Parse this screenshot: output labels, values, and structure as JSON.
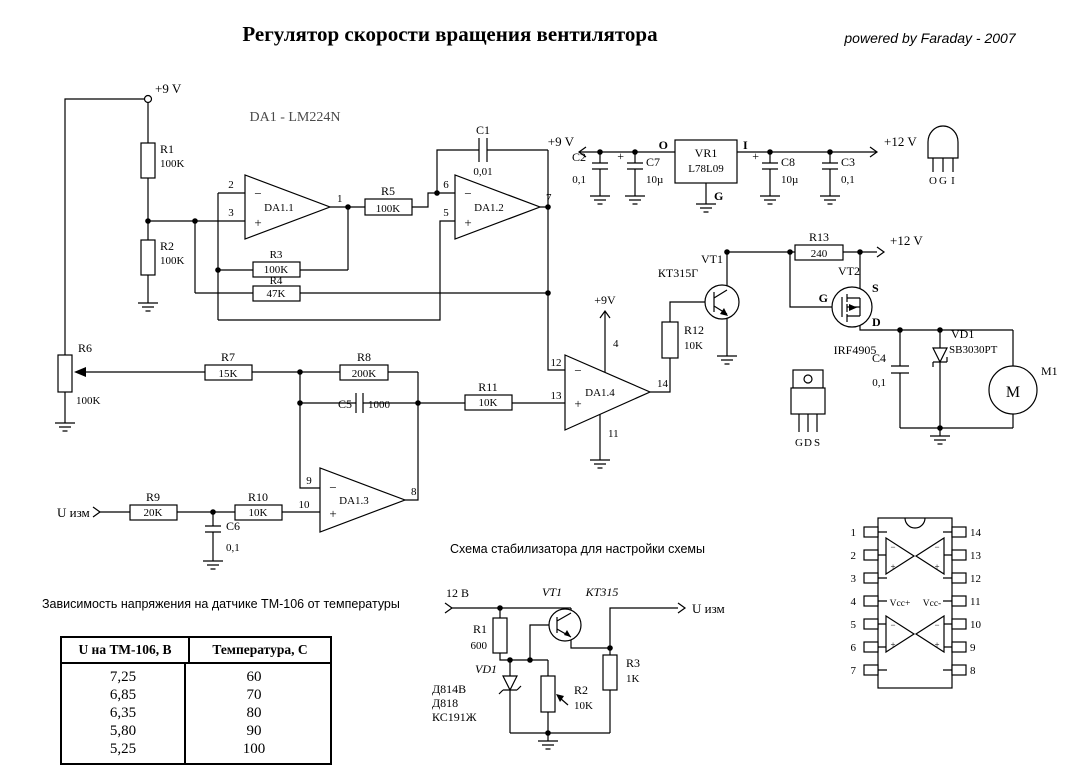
{
  "header": {
    "title": "Регулятор скорости вращения вентилятора",
    "credit": "powered by Faraday - 2007"
  },
  "symbols": {
    "plus": "+",
    "minus": "−"
  },
  "power": {
    "v9": "+9 V",
    "v12": "+12 V",
    "c2": {
      "name": "C2",
      "value": "0,1"
    },
    "c7": {
      "name": "C7",
      "value": "10µ"
    },
    "vr1": {
      "name": "VR1",
      "part": "L78L09",
      "pin_o": "O",
      "pin_i": "I",
      "pin_g": "G"
    },
    "c8": {
      "name": "C8",
      "value": "10µ"
    },
    "c3": {
      "name": "C3",
      "value": "0,1"
    },
    "to92_pins": [
      "O",
      "G",
      "I"
    ]
  },
  "main": {
    "v9": "+9 V",
    "v9_da14": "+9V",
    "v12": "+12 V",
    "da1_label": "DA1 - LM224N",
    "u_izm": "U изм",
    "r1": {
      "name": "R1",
      "value": "100K"
    },
    "r2": {
      "name": "R2",
      "value": "100K"
    },
    "r3": {
      "name": "R3",
      "value": "100K"
    },
    "r4": {
      "name": "R4",
      "value": "47K"
    },
    "r5": {
      "name": "R5",
      "value": "100K"
    },
    "r6": {
      "name": "R6",
      "value": "100K"
    },
    "r7": {
      "name": "R7",
      "value": "15K"
    },
    "r8": {
      "name": "R8",
      "value": "200K"
    },
    "r9": {
      "name": "R9",
      "value": "20K"
    },
    "r10": {
      "name": "R10",
      "value": "10K"
    },
    "r11": {
      "name": "R11",
      "value": "10K"
    },
    "r12": {
      "name": "R12",
      "value": "10K"
    },
    "r13": {
      "name": "R13",
      "value": "240"
    },
    "c1": {
      "name": "C1",
      "value": "0,01"
    },
    "c4": {
      "name": "C4",
      "value": "0,1"
    },
    "c5": {
      "name": "C5",
      "value": "1000"
    },
    "c6": {
      "name": "C6",
      "value": "0,1"
    },
    "da11": {
      "name": "DA1.1",
      "pin_inv": "2",
      "pin_nin": "3",
      "pin_out": "1"
    },
    "da12": {
      "name": "DA1.2",
      "pin_inv": "6",
      "pin_nin": "5",
      "pin_out": "7"
    },
    "da13": {
      "name": "DA1.3",
      "pin_inv": "9",
      "pin_nin": "10",
      "pin_out": "8"
    },
    "da14": {
      "name": "DA1.4",
      "pin_inv": "12",
      "pin_nin": "13",
      "pin_out": "14",
      "pin_vcc": "4",
      "pin_gnd": "11"
    },
    "vt1": {
      "name": "VT1",
      "part": "КТ315Г"
    },
    "vt2": {
      "name": "VT2",
      "part": "IRF4905",
      "pin_g": "G",
      "pin_s": "S",
      "pin_d": "D"
    },
    "vd1": {
      "name": "VD1",
      "part": "SB3030PT"
    },
    "motor": {
      "name": "M1",
      "symbol": "M"
    },
    "to220_pins": [
      "G",
      "D",
      "S"
    ]
  },
  "ic": {
    "left_pins": [
      "1",
      "2",
      "3",
      "4",
      "5",
      "6",
      "7"
    ],
    "right_pins": [
      "14",
      "13",
      "12",
      "11",
      "10",
      "9",
      "8"
    ],
    "vcc_plus": "Vcc+",
    "vcc_minus": "Vcc-"
  },
  "table": {
    "caption": "Зависимость напряжения на датчике ТМ-106 от температуры",
    "col1": "U на ТМ-106, В",
    "col2": "Температура, С",
    "rows": [
      [
        "7,25",
        "60"
      ],
      [
        "6,85",
        "70"
      ],
      [
        "6,35",
        "80"
      ],
      [
        "5,80",
        "90"
      ],
      [
        "5,25",
        "100"
      ]
    ]
  },
  "stab": {
    "caption": "Схема стабилизатора для настройки схемы",
    "input": "12 В",
    "output": "U изм",
    "r1": {
      "name": "R1",
      "value": "600"
    },
    "r2": {
      "name": "R2",
      "value": "10K"
    },
    "r3": {
      "name": "R3",
      "value": "1K"
    },
    "vt1": {
      "name": "VT1",
      "part": "КТ315"
    },
    "vd1": {
      "name": "VD1"
    },
    "vd1_types": [
      "Д814В",
      "Д818",
      "КС191Ж"
    ]
  }
}
